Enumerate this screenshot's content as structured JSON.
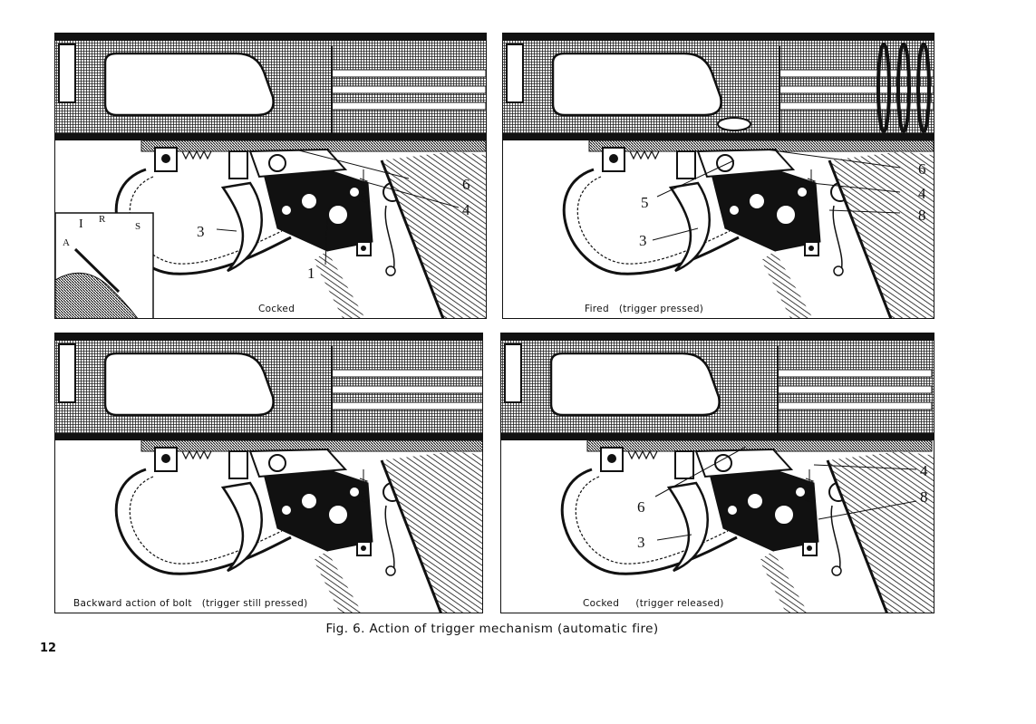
{
  "panels": [
    {
      "caption": "Cocked",
      "callouts": [
        "6",
        "4",
        "3",
        "1",
        "I",
        "R",
        "S",
        "A"
      ]
    },
    {
      "caption": "Fired   (trigger pressed)",
      "callouts": [
        "6",
        "4",
        "8",
        "5",
        "3"
      ]
    },
    {
      "caption": "Backward action of bolt   (trigger still pressed)",
      "callouts": []
    },
    {
      "caption": "Cocked     (trigger released)",
      "callouts": [
        "4",
        "8",
        "6",
        "3"
      ]
    }
  ],
  "figure_caption": "Fig. 6.   Action of trigger mechanism (automatic fire)",
  "page_number": "12"
}
